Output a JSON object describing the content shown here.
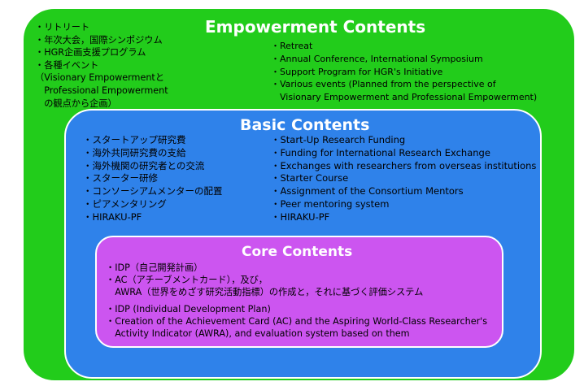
{
  "colors": {
    "outer_fill": "#22cc1b",
    "middle_fill": "#2f82ea",
    "inner_fill": "#cc55f0",
    "border": "#ffffff",
    "title_text": "#ffffff",
    "body_text": "#000000"
  },
  "empowerment": {
    "title": "Empowerment Contents",
    "jp_items": [
      "・リトリート",
      "・年次大会，国際シンポジウム",
      "・HGR企画支援プログラム",
      "・各種イベント",
      "（Visionary Empowermentと",
      "　Professional Empowerment",
      "　の観点から企画）"
    ],
    "en_items": [
      "・Retreat",
      "・Annual Conference, International Symposium",
      "・Support Program for HGR's Initiative",
      "・Various events (Planned from the perspective of",
      "　Visionary Empowerment and Professional Empowerment)"
    ]
  },
  "basic": {
    "title": "Basic Contents",
    "jp_items": [
      "・スタートアップ研究費",
      "・海外共同研究費の支給",
      "・海外機関の研究者との交流",
      "・スターター研修",
      "・コンソーシアムメンターの配置",
      "・ピアメンタリング",
      "・HIRAKU-PF"
    ],
    "en_items": [
      "・Start-Up Research Funding",
      "・Funding for International Research Exchange",
      "・Exchanges with researchers from overseas institutions",
      "・Starter Course",
      "・Assignment of the Consortium Mentors",
      "・Peer mentoring system",
      "・HIRAKU-PF"
    ]
  },
  "core": {
    "title": "Core Contents",
    "items": [
      "・IDP（自己開発計画）",
      "・AC（アチーブメントカード），及び，",
      "　AWRA（世界をめざす研究活動指標）の作成と，それに基づく評価システム",
      "・IDP (Individual Development Plan)",
      "・Creation of the Achievement Card (AC) and the Aspiring World-Class Researcher's",
      "　Activity Indicator (AWRA), and evaluation system based on them"
    ]
  }
}
